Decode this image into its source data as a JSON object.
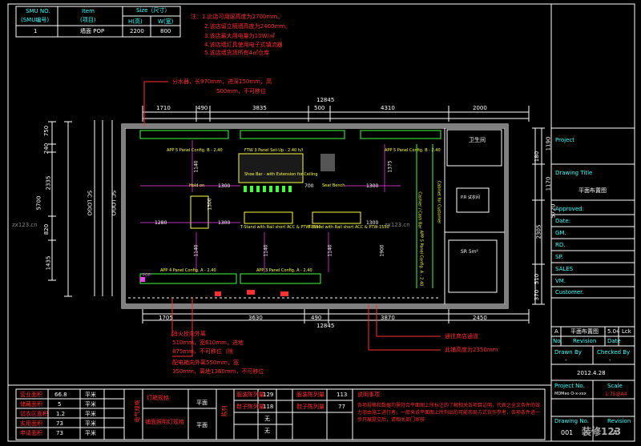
{
  "header_table": {
    "col1_head": "SMU NO.",
    "col1_sub": "(SMU编号)",
    "col2_head": "Item",
    "col2_sub": "(项目)",
    "col3_head": "Size（尺寸）",
    "col3_sub_h": "H(高)",
    "col3_sub_w": "W(宽)",
    "row_no": "1",
    "row_item": "墙面 POP",
    "row_h": "2200",
    "row_w": "800"
  },
  "notes": [
    "注：1.此店可用层高度为2700mm。",
    "2.该店留立隔墙高度为2400mm。",
    "3.该店最大用电量为10W/㎡",
    "4.该店墙灯具使用电子式镇流器",
    "5.该店墙货场所有4㎡仓库"
  ],
  "top_notes": [
    "分水器，长970mm，进深150mm，高",
    "500mm，不可移位"
  ],
  "dims_top_total": "12845",
  "dims_top": [
    "1710",
    "490",
    "3835",
    "500",
    "4310",
    "2000"
  ],
  "dims_bottom": [
    "1705",
    "3630",
    "490",
    "3870",
    "2450"
  ],
  "dims_bottom_total": "12845",
  "dims_left": [
    "750",
    "240",
    "2335",
    "5700",
    "820",
    "1435"
  ],
  "dims_right": [
    "1190",
    "1170",
    "180",
    "5720",
    "2305",
    "510",
    "370"
  ],
  "plan_labels": {
    "app_top_left": "APP 5 Panel Config. B - 2.40",
    "ftw_top": "FTW 3 Panel Set-Up - 2.40 h/l",
    "app_top_right": "APP 5 Panel Config. B - 2.40",
    "shoe_bar": "Shoe Bar - with Extension for Ceiling",
    "seat": "Seat Bench",
    "hold_on": "Hold on",
    "tstand_1": "T-Stand with Rail short ACC & PTW-1550",
    "tstand_2": "T-Stand with Rail short ACC & PTW-1550",
    "app_bottom_left": "APP 4 Panel Config. A - 2.40",
    "app_bottom_mid": "APP 3 Panel Config. A - 2.40",
    "app_right_vert": "APP 5 Panel Config. A - 2.40",
    "cashier": "Cashier / Cash Bar",
    "cabinet": "Cabinet for Customer",
    "restroom": "卫生间",
    "pr": "P.R 试衣间",
    "sr": "SR 5m²",
    "sc_logo_1": "SC LOGO",
    "sc_logo_2": "SC LOGO",
    "pop": "POP",
    "inner_dims": [
      "1300",
      "700",
      "1300",
      "1280",
      "1300",
      "1300",
      "1140",
      "1140",
      "1375",
      "1140",
      "1140",
      "1300",
      "1900"
    ]
  },
  "bottom_notes": [
    "消火栓向外离",
    "510mm，宽610mm，进地",
    "875mm，不可移位（除",
    "配电箱向外离550mm，宽",
    "350mm，离地1380mm，不可移位"
  ],
  "right_notes": [
    "通往商店通道",
    "此铺高度为2350mm"
  ],
  "watermark": "zx123.cn",
  "title_block": {
    "project_label": "Project",
    "drawing_title_label": "Drawing Title",
    "drawing_title": "平面布置图",
    "approved": "Approved:",
    "rows": [
      "Date:",
      "GM.",
      "RD.",
      "SP.",
      "SALES",
      "VM.",
      "Customer."
    ],
    "rev_a": "A",
    "rev_desc": "平面布置图",
    "rev_date": "5.04",
    "rev_by": "Lck",
    "rev_no_label": "No.",
    "revision_label": "Revision",
    "date_label": "Date",
    "drawn_by": "Drawn By",
    "checked_by": "Checked By",
    "dash1": "-",
    "dash2": "-",
    "date_val": "2012.4.28",
    "project_no": "Project No.",
    "scale": "Scale",
    "proj_no_val": "MDMeo O-x-xxx",
    "scale_val": "1:75@A4",
    "drawing_no": "Drawing No.",
    "revision": "Revision",
    "dwg_val": "001",
    "rev_val": "A",
    "logo": "装修123"
  },
  "bottom_table": {
    "left_labels": [
      "营业面积",
      "储藏面积",
      "试衣区面积",
      "实用面积",
      "申请面积"
    ],
    "left_values": [
      "66.8",
      "5",
      "1.2",
      "73",
      "73"
    ],
    "left_units": [
      "平米",
      "平米",
      "平米",
      "平米",
      "平米"
    ],
    "mid_head": "电气规格",
    "mid_rows": [
      [
        "灯箱规格",
        "平面"
      ],
      [
        "铺面照明灯规格",
        "平面"
      ]
    ],
    "mid2_head": "陈列",
    "mid2_rows": [
      [
        "服装陈列量",
        "129"
      ],
      [
        "鞋子陈列量",
        "118"
      ],
      [
        "",
        "无"
      ],
      [
        "",
        "无"
      ]
    ],
    "mid3_rows": [
      [
        "服装陈列量",
        "113"
      ],
      [
        "鞋子陈列量",
        "77"
      ]
    ],
    "remark_head": "说明事项:",
    "remark_text": "各项规格和数据均需符合平面图上所标注的了解相关各项目证明，代表之全文条件的效力须由施工进行者，一般来说平面图上所列出的可能布局方式仅作参考，各项条件进一步开展提交后，请相关部门审核"
  }
}
